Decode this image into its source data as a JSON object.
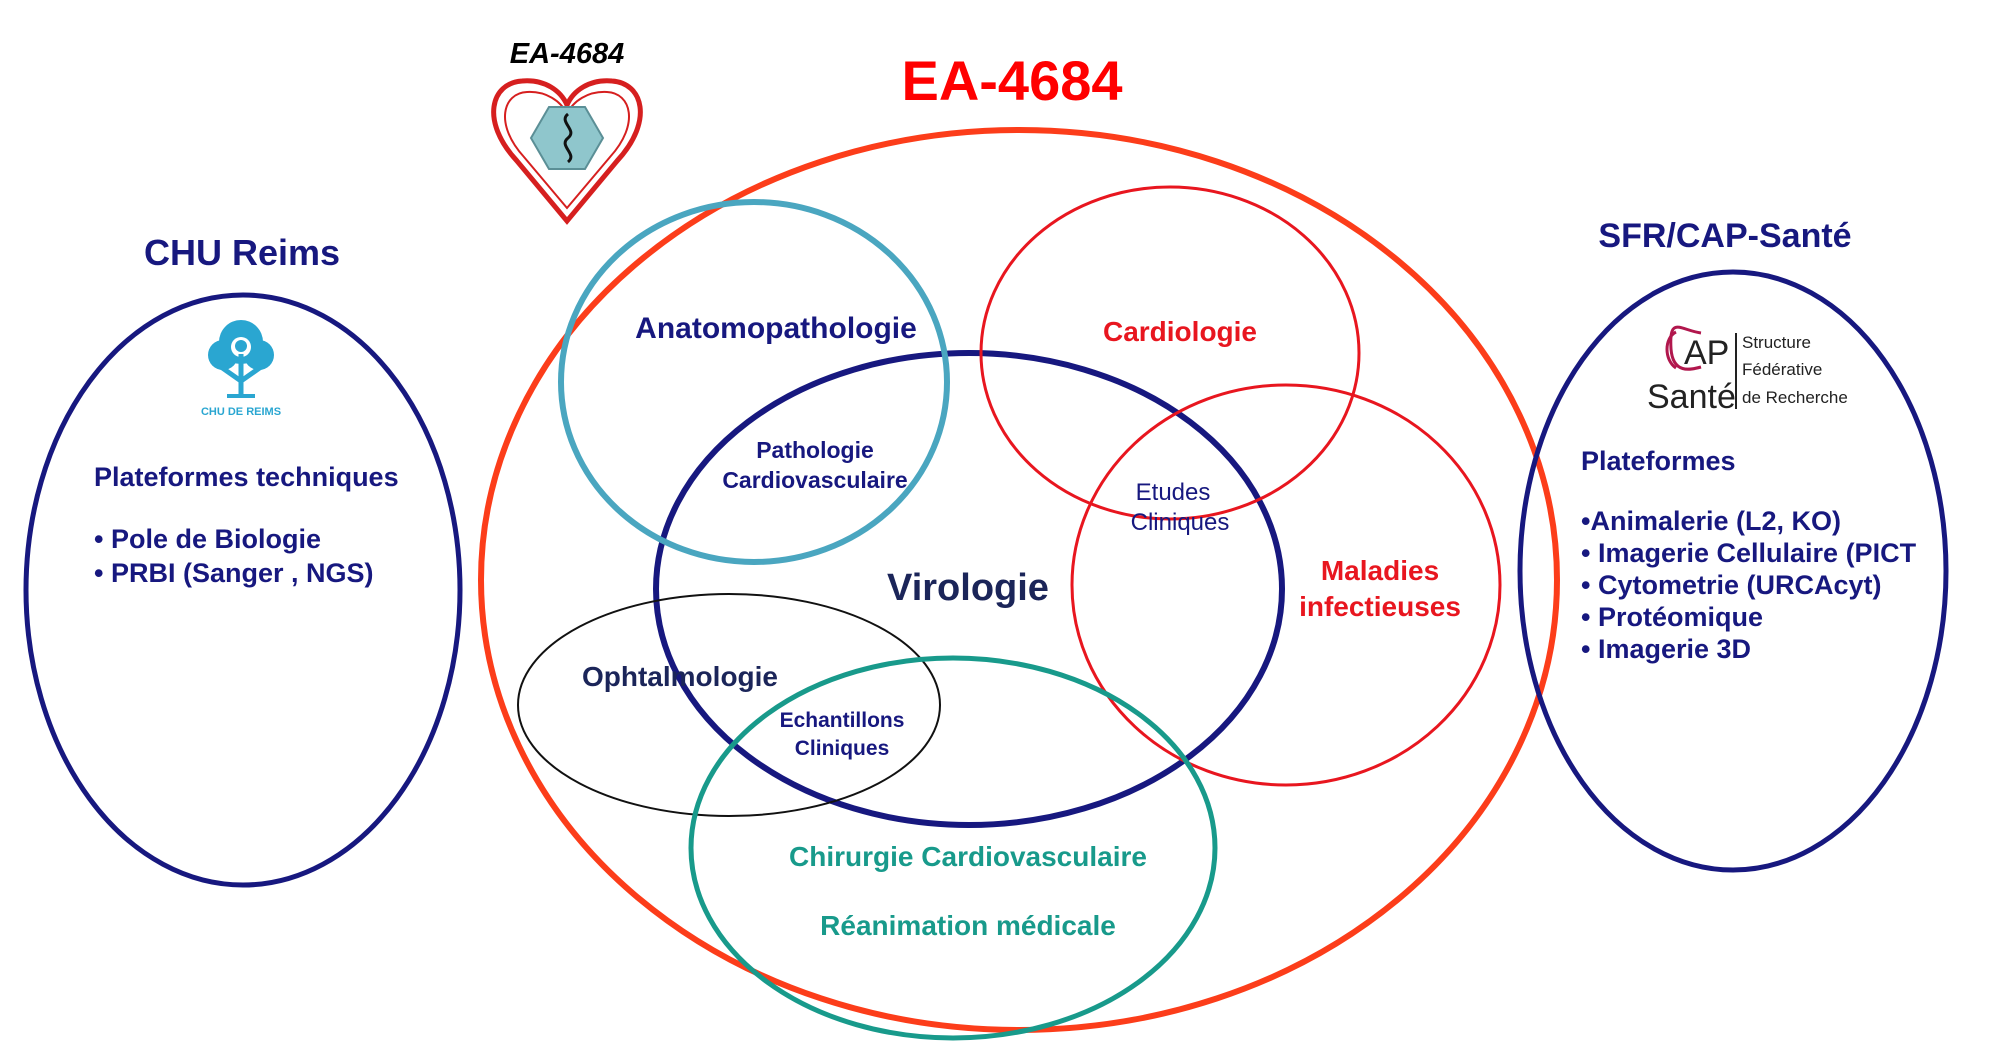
{
  "main_title": "EA-4684",
  "logo_ea": {
    "label": "EA-4684"
  },
  "chu": {
    "title": "CHU Reims",
    "logo_caption": "CHU DE REIMS",
    "heading": "Plateformes techniques",
    "items": [
      "• Pole de Biologie",
      "• PRBI (Sanger , NGS)"
    ]
  },
  "sfr": {
    "title": "SFR/CAP-Santé",
    "logo": {
      "cap": "AP",
      "sante": "Santé",
      "line1": "Structure",
      "line2": "Fédérative",
      "line3": "de Recherche"
    },
    "heading": "Plateformes",
    "items": [
      "•Animalerie (L2, KO)",
      "• Imagerie Cellulaire (PICT",
      "• Cytometrie  (URCAcyt)",
      "• Protéomique",
      "• Imagerie 3D"
    ]
  },
  "circles": {
    "anatomo": "Anatomopathologie",
    "patho_line1": "Pathologie",
    "patho_line2": "Cardiovasculaire",
    "cardio": "Cardiologie",
    "etudes_line1": "Etudes",
    "etudes_line2": "Cliniques",
    "maladies_line1": "Maladies",
    "maladies_line2": "infectieuses",
    "virologie": "Virologie",
    "ophtalmo": "Ophtalmologie",
    "echant_line1": "Echantillons",
    "echant_line2": "Cliniques",
    "chirurgie": "Chirurgie Cardiovasculaire",
    "reanimation": "Réanimation médicale"
  },
  "colors": {
    "navy": "#17187f",
    "red": "#ff0000",
    "orange_red": "#fc3d1a",
    "crimson": "#e8161f",
    "teal_blue": "#4aa6c0",
    "teal_green": "#189a8b",
    "dark_text": "#1b2559",
    "chu_logo": "#2aa6d1"
  }
}
